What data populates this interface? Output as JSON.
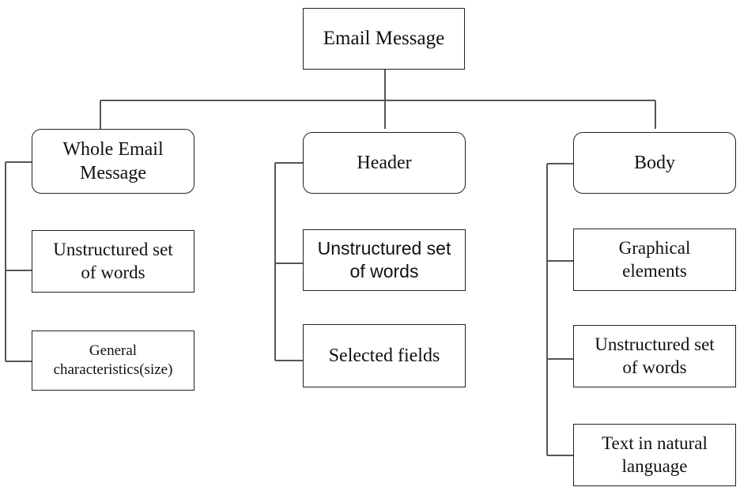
{
  "root": {
    "label": "Email Message"
  },
  "groups": [
    {
      "label": "Whole Email\nMessage",
      "children": [
        "Unstructured set\nof words",
        "General\ncharacteristics(size)"
      ]
    },
    {
      "label": "Header",
      "children": [
        "Unstructured set\nof words",
        "Selected fields"
      ]
    },
    {
      "label": "Body",
      "children": [
        "Graphical\nelements",
        "Unstructured set\nof words",
        "Text in natural\nlanguage"
      ]
    }
  ]
}
